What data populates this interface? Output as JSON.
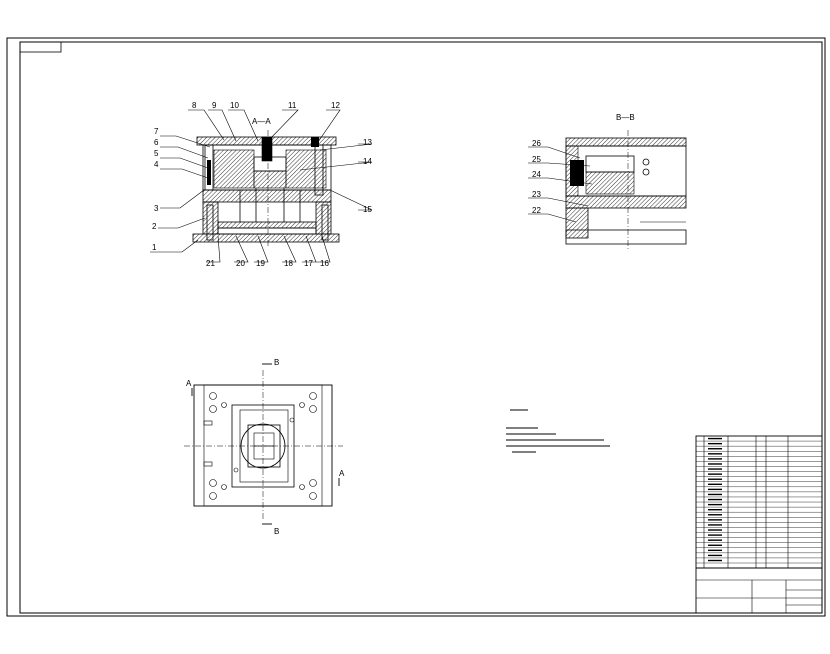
{
  "section_titles": {
    "main": "A—A",
    "side": "B—B"
  },
  "view_markers": {
    "b_top": "B",
    "b_bottom": "B",
    "a_left": "A",
    "a_right": "A"
  },
  "part_numbers": {
    "n1": "1",
    "n2": "2",
    "n3": "3",
    "n4": "4",
    "n5": "5",
    "n6": "6",
    "n7": "7",
    "n8": "8",
    "n9": "9",
    "n10": "10",
    "n11": "11",
    "n12": "12",
    "n13": "13",
    "n14": "14",
    "n15": "15",
    "n16": "16",
    "n17": "17",
    "n18": "18",
    "n19": "19",
    "n20": "20",
    "n21": "21",
    "n22": "22",
    "n23": "23",
    "n24": "24",
    "n25": "25",
    "n26": "26"
  },
  "colors": {
    "line": "#000000",
    "hatch": "#000000",
    "paper": "#ffffff"
  }
}
